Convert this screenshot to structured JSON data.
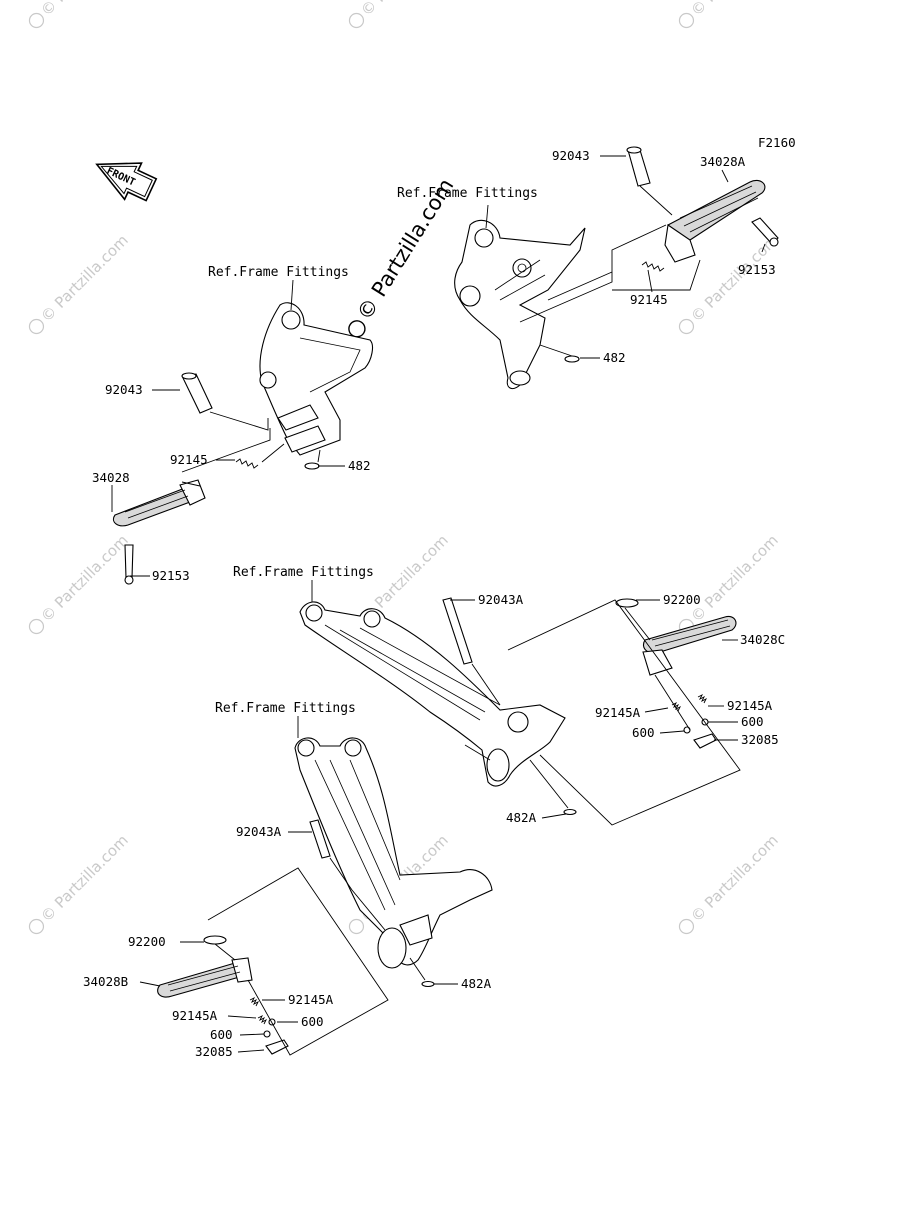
{
  "diagram": {
    "code": "F2160",
    "direction_label": "FRONT",
    "watermark": "© Partzilla.com",
    "ref_frame": "Ref.Frame Fittings",
    "labels": {
      "p92043_top": "92043",
      "p34028A": "34028A",
      "p92153_right": "92153",
      "p92145_right": "92145",
      "p482_right": "482",
      "p92043_left": "92043",
      "p92145_left": "92145",
      "p482_left": "482",
      "p34028": "34028",
      "p92153_left": "92153",
      "p92043A_upper": "92043A",
      "p92200_upper": "92200",
      "p34028C": "34028C",
      "p92145A_r1": "92145A",
      "p92145A_r2": "92145A",
      "p600_r1": "600",
      "p600_r2": "600",
      "p32085_upper": "32085",
      "p482A_upper": "482A",
      "p92043A_lower": "92043A",
      "p92200_lower": "92200",
      "p34028B": "34028B",
      "p92145A_l1": "92145A",
      "p92145A_l2": "92145A",
      "p600_l1": "600",
      "p600_l2": "600",
      "p32085_lower": "32085",
      "p482A_lower": "482A"
    }
  }
}
